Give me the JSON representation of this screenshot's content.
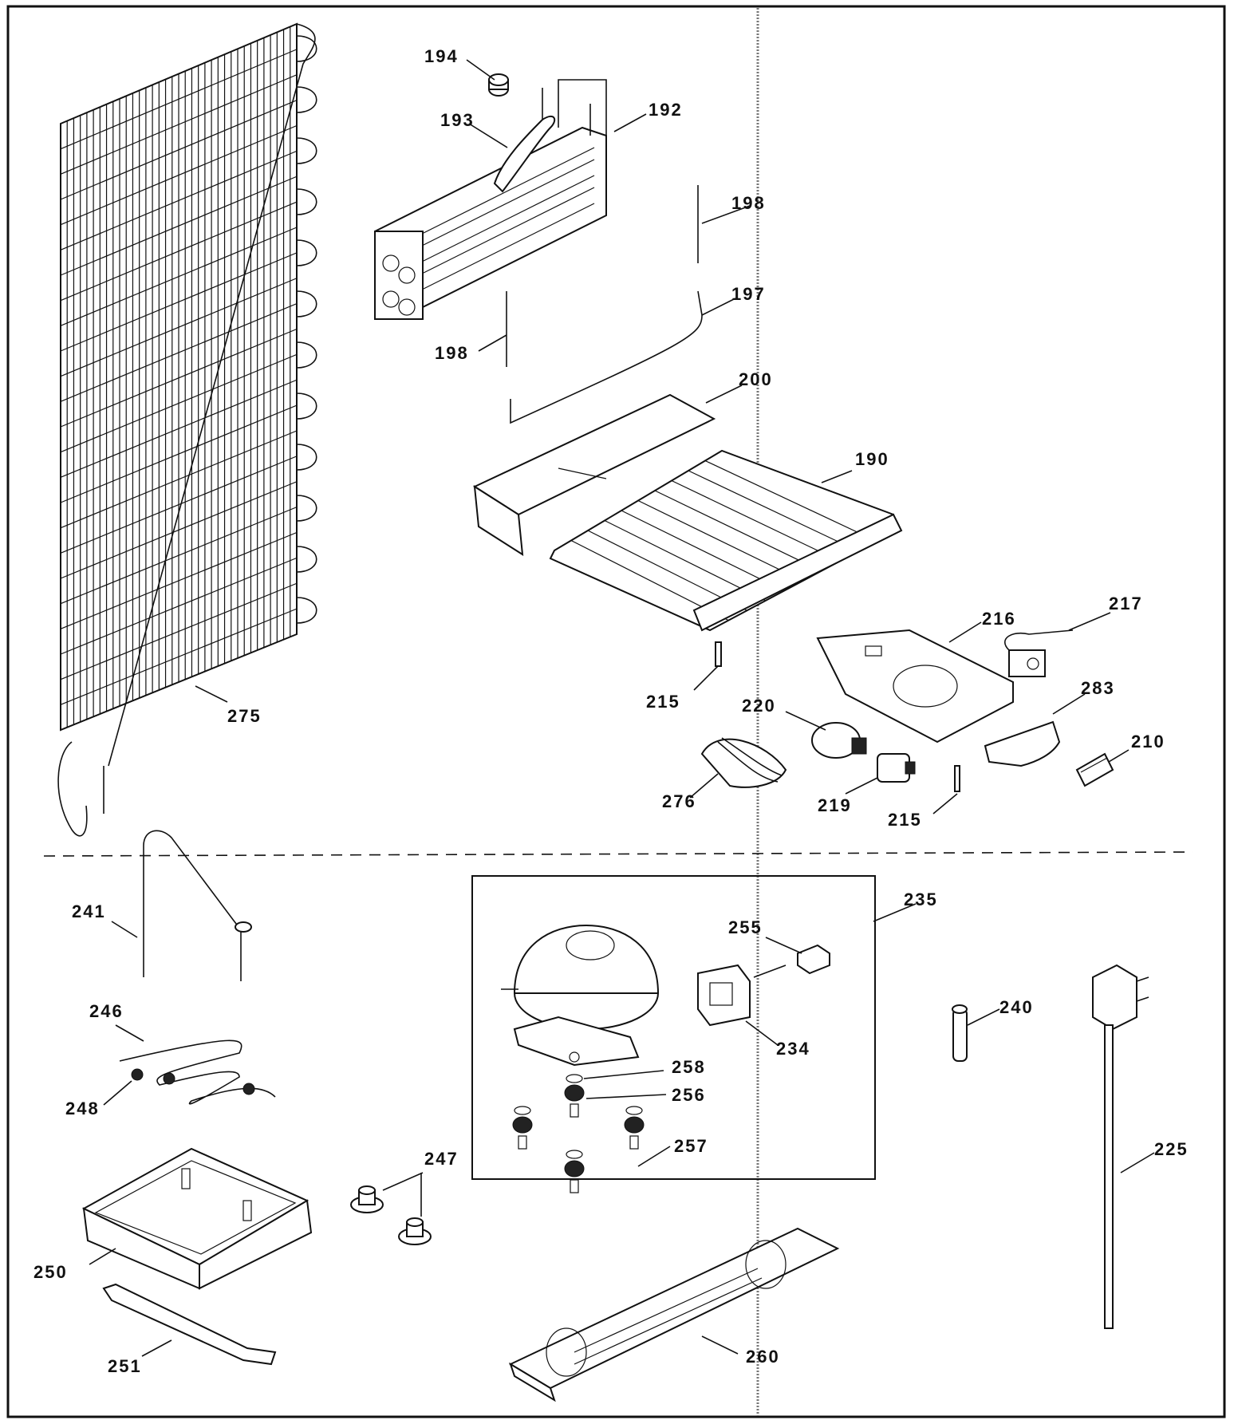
{
  "diagram": {
    "labels": {
      "p194": "194",
      "p193": "193",
      "p192": "192",
      "p198a": "198",
      "p197": "197",
      "p198b": "198",
      "p200": "200",
      "p190": "190",
      "p217": "217",
      "p216": "216",
      "p283": "283",
      "p215a": "215",
      "p220": "220",
      "p210": "210",
      "p275": "275",
      "p276": "276",
      "p219": "219",
      "p215b": "215",
      "p241": "241",
      "p235": "235",
      "p255": "255",
      "p246": "246",
      "p240": "240",
      "p234": "234",
      "p258": "258",
      "p248": "248",
      "p256": "256",
      "p257": "257",
      "p247": "247",
      "p225": "225",
      "p250": "250",
      "p251": "251",
      "p260": "260"
    }
  }
}
